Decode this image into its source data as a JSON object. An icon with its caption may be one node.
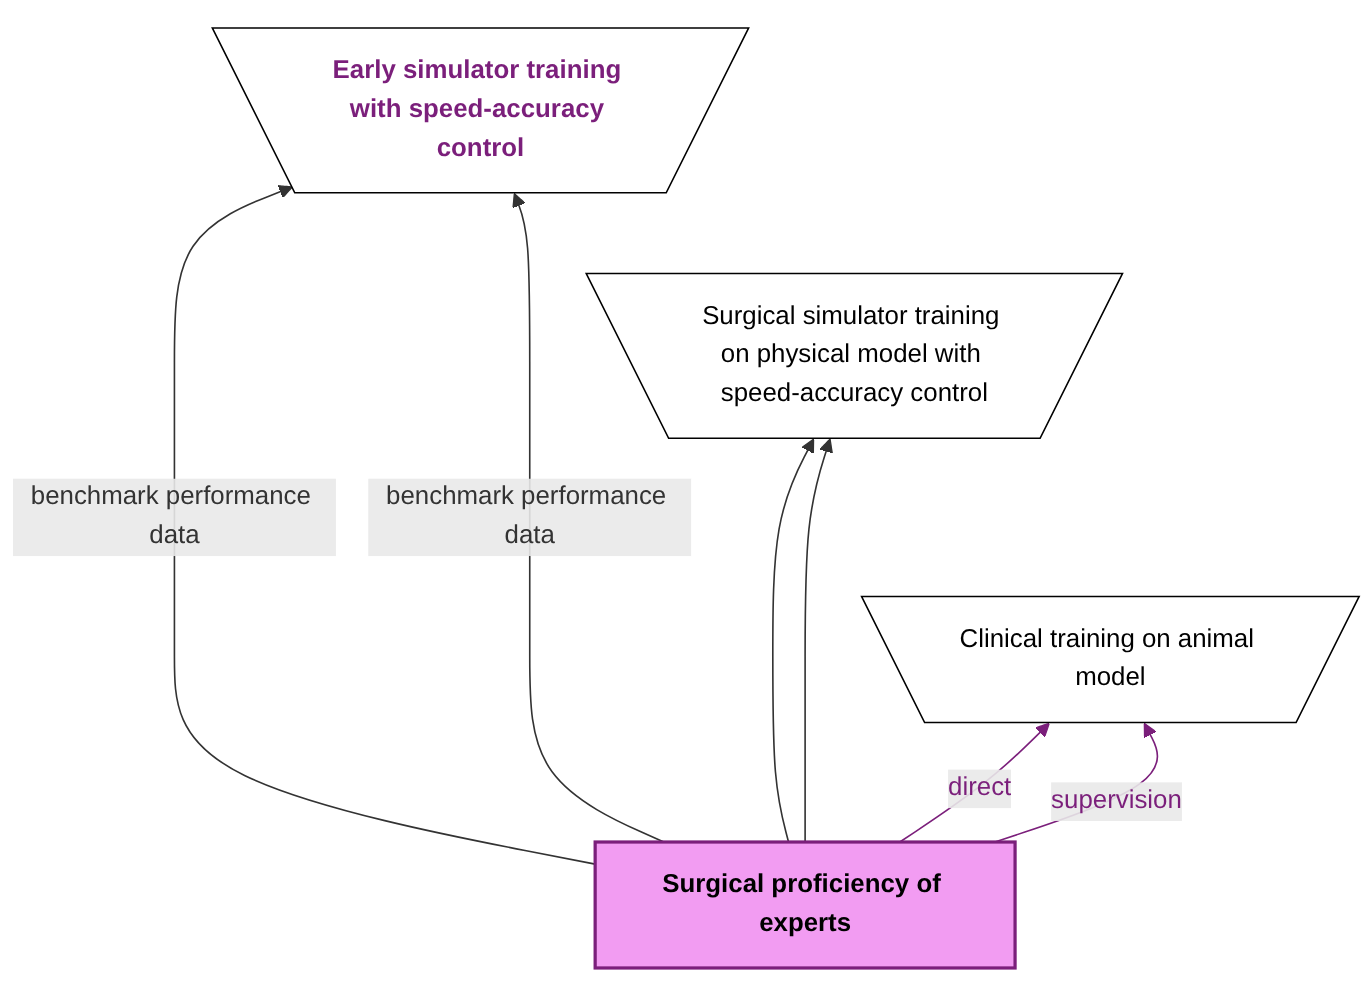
{
  "diagram": {
    "nodes": [
      {
        "text": [
          "Early simulator training with speed-accuracy control"
        ]
      },
      {
        "text": [
          "Surgical simulator training on physical model with speed-accuracy control"
        ]
      },
      {
        "text": [
          "Clinical training on animal model"
        ]
      },
      {
        "text": [
          "Surgical proficiency of experts"
        ]
      }
    ],
    "edges": [
      {
        "from": 3,
        "to": 0,
        "arrow": "to",
        "label": "benchmark performance data"
      },
      {
        "from": 3,
        "to": 1,
        "arrow": "to"
      },
      {
        "from": 3,
        "to": 0,
        "arrow": "to",
        "label": "benchmark performance data"
      },
      {
        "from": 3,
        "to": 1,
        "arrow": "to"
      },
      {
        "from": 3,
        "to": 2,
        "arrow": "to",
        "label": "direct",
        "color": "#7b1f7b"
      },
      {
        "from": 3,
        "to": 2,
        "arrow": "to",
        "label": "supervision",
        "color": "#7b1f7b"
      }
    ]
  }
}
